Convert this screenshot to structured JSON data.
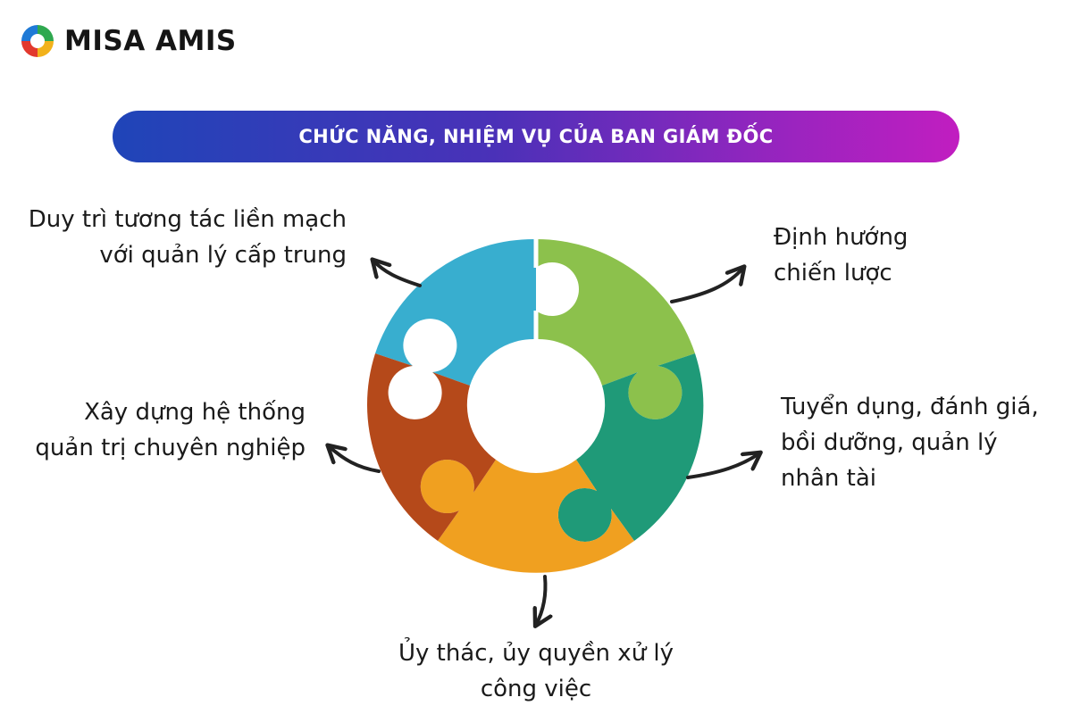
{
  "brand": {
    "name": "MISA AMIS",
    "logo_icon": "misa-amis-logo-icon"
  },
  "title": "CHỨC NĂNG, NHIỆM VỤ CỦA BAN GIÁM ĐỐC",
  "functions": [
    {
      "id": "interaction",
      "lines": [
        "Duy trì tương tác liền mạch",
        "với quản lý cấp trung"
      ],
      "color": "#38aecf"
    },
    {
      "id": "strategy",
      "lines": [
        "Định hướng",
        "chiến lược"
      ],
      "color": "#8cc14c"
    },
    {
      "id": "talent",
      "lines": [
        "Tuyển dụng, đánh giá,",
        "bồi dưỡng, quản lý",
        "nhân tài"
      ],
      "color": "#1f9a78"
    },
    {
      "id": "delegation",
      "lines": [
        "Ủy thác, ủy quyền xử lý",
        "công việc"
      ],
      "color": "#f0a020"
    },
    {
      "id": "system",
      "lines": [
        "Xây dựng hệ thống",
        "quản trị chuyên nghiệp"
      ],
      "color": "#b5491a"
    }
  ]
}
